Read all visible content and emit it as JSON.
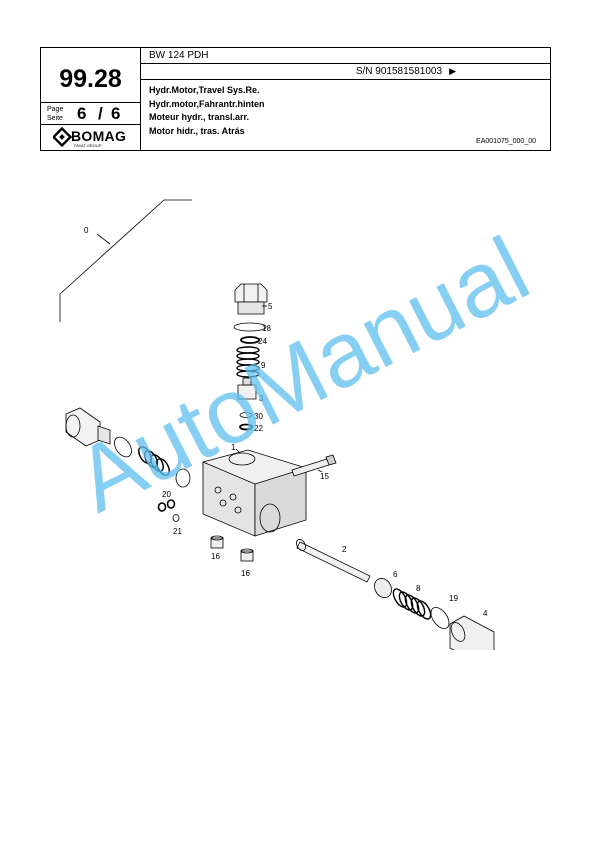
{
  "header": {
    "model": "BW 124 PDH",
    "serial_number": "S/N 901581581003",
    "arrow_glyph": "▶",
    "group_number": "99.28",
    "page_label_en": "Page",
    "page_label_de": "Seite",
    "page_current": "6",
    "page_separator": "/",
    "page_total": "6",
    "brand": "BOMAG",
    "brand_sub": "FAYAT GROUP",
    "titles": [
      "Hydr.Motor,Travel Sys.Re.",
      "Hydr.motor,Fahrantr.hinten",
      "Moteur hydr., transl.arr.",
      "Motor hidr., tras. Atrás"
    ],
    "drawing_ref": "EA001075_000_00"
  },
  "parts": {
    "labels": [
      "0",
      "5",
      "18",
      "24",
      "9",
      "3",
      "30",
      "22",
      "1",
      "15",
      "20",
      "21",
      "16",
      "16",
      "2",
      "6",
      "8",
      "19",
      "4"
    ]
  },
  "watermark": "AutoManual",
  "colors": {
    "watermark": "#5ec0ee",
    "line": "#000000"
  }
}
